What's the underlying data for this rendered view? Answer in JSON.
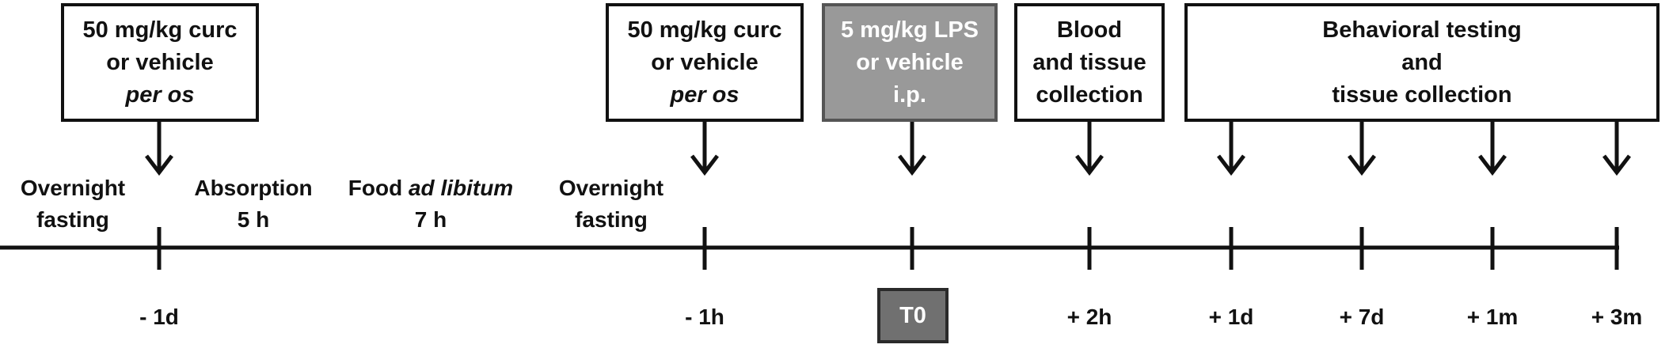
{
  "boxes": {
    "curc_1": {
      "line1": "50 mg/kg curc",
      "line2": "or vehicle",
      "line3": "per os"
    },
    "curc_2": {
      "line1": "50 mg/kg curc",
      "line2": "or vehicle",
      "line3": "per os"
    },
    "lps": {
      "line1": "5 mg/kg LPS",
      "line2": "or vehicle",
      "line3": "i.p."
    },
    "blood": {
      "line1": "Blood",
      "line2": "and tissue",
      "line3": "collection"
    },
    "behavior": {
      "line1": "Behavioral testing",
      "line2": "and",
      "line3": "tissue collection"
    }
  },
  "phases": {
    "fasting_1": {
      "line1": "Overnight",
      "line2": "fasting"
    },
    "absorption": {
      "line1": "Absorption",
      "line2": "5 h"
    },
    "food": {
      "prefix": "Food ",
      "italic": "ad libitum",
      "line2": "7 h"
    },
    "fasting_2": {
      "line1": "Overnight",
      "line2": "fasting"
    }
  },
  "ticks": [
    "- 1d",
    "- 1h",
    "T0",
    "+ 2h",
    "+ 1d",
    "+ 7d",
    "+ 1m",
    "+ 3m"
  ],
  "colors": {
    "line": "#111111",
    "lps_fill": "#999999",
    "t0_fill": "#707070"
  }
}
